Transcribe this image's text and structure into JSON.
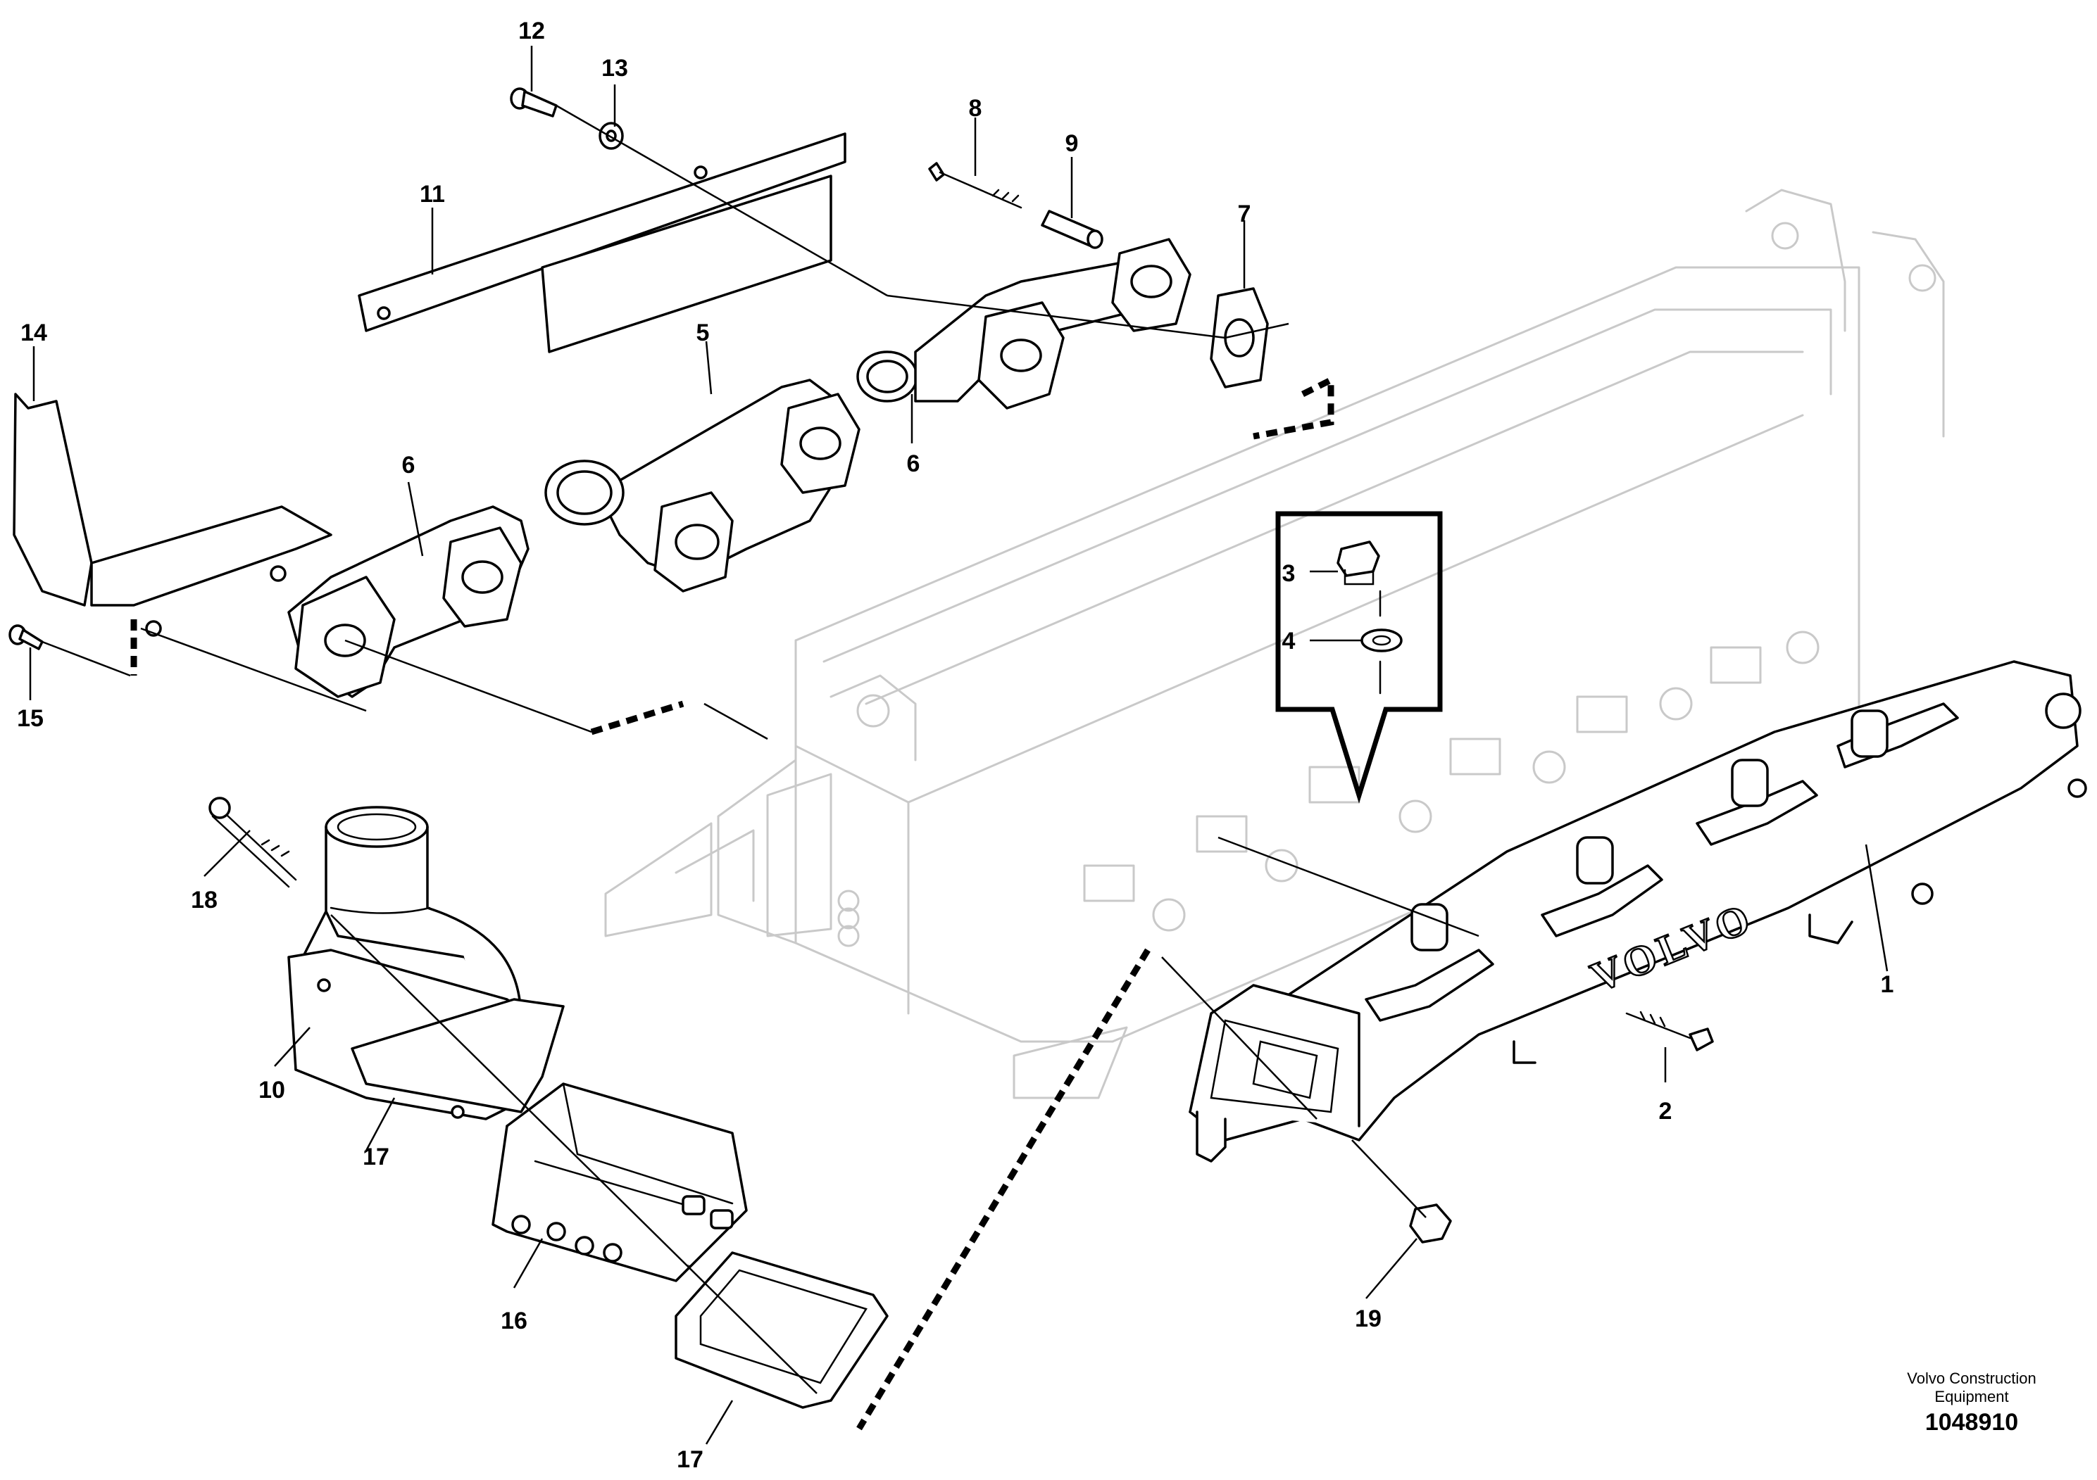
{
  "diagram": {
    "callouts": [
      {
        "id": "c1",
        "label": "1"
      },
      {
        "id": "c2",
        "label": "2"
      },
      {
        "id": "c3",
        "label": "3"
      },
      {
        "id": "c4",
        "label": "4"
      },
      {
        "id": "c5",
        "label": "5"
      },
      {
        "id": "c6a",
        "label": "6"
      },
      {
        "id": "c6b",
        "label": "6"
      },
      {
        "id": "c7",
        "label": "7"
      },
      {
        "id": "c8",
        "label": "8"
      },
      {
        "id": "c9",
        "label": "9"
      },
      {
        "id": "c10",
        "label": "10"
      },
      {
        "id": "c11",
        "label": "11"
      },
      {
        "id": "c12",
        "label": "12"
      },
      {
        "id": "c13",
        "label": "13"
      },
      {
        "id": "c14",
        "label": "14"
      },
      {
        "id": "c15",
        "label": "15"
      },
      {
        "id": "c16",
        "label": "16"
      },
      {
        "id": "c17a",
        "label": "17"
      },
      {
        "id": "c17b",
        "label": "17"
      },
      {
        "id": "c18",
        "label": "18"
      },
      {
        "id": "c19",
        "label": "19"
      }
    ],
    "manifold_logo": "VOLVO"
  },
  "footer": {
    "company": "Volvo Construction Equipment",
    "drawing_number": "1048910"
  }
}
